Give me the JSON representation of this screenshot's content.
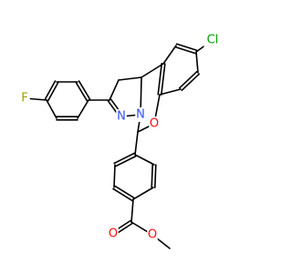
{
  "colors": {
    "background": "#ffffff",
    "bond": "#000000",
    "Cl": "#00a000",
    "F": "#a0a000",
    "N": "#3050f8",
    "O": "#ff0d0d"
  },
  "atom_labels": [
    {
      "id": "cl",
      "element": "Cl",
      "text": "Cl"
    },
    {
      "id": "f",
      "element": "F",
      "text": "F"
    },
    {
      "id": "n1",
      "element": "N",
      "text": "N"
    },
    {
      "id": "n2",
      "element": "N",
      "text": "N"
    },
    {
      "id": "o-ring",
      "element": "O",
      "text": "O"
    },
    {
      "id": "o-carbonyl",
      "element": "O",
      "text": "O"
    },
    {
      "id": "o-ester",
      "element": "O",
      "text": "O"
    }
  ]
}
